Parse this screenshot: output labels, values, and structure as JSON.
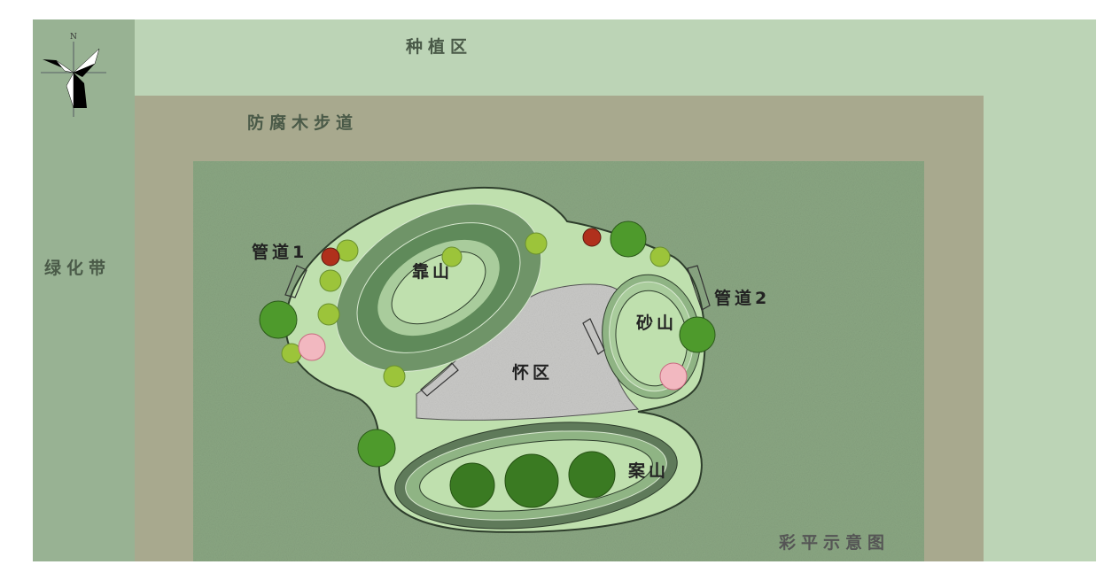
{
  "title": "彩平示意图",
  "compass": {
    "north_label": "N"
  },
  "zones": {
    "planting": "种植区",
    "boardwalk": "防腐木步道",
    "green_belt": "绿化带"
  },
  "features": {
    "pipe1": "管道1",
    "pipe2": "管道2",
    "back_hill": "靠山",
    "sand_hill": "砂山",
    "embrace_area": "怀区",
    "table_hill": "案山"
  },
  "colors": {
    "green_belt": "#98b293",
    "planting": "#bcd4b6",
    "boardwalk": "#a8a98e",
    "lawn": "#8aa682",
    "island": "#bfe0ae",
    "gravel": "#c9c9c7"
  }
}
